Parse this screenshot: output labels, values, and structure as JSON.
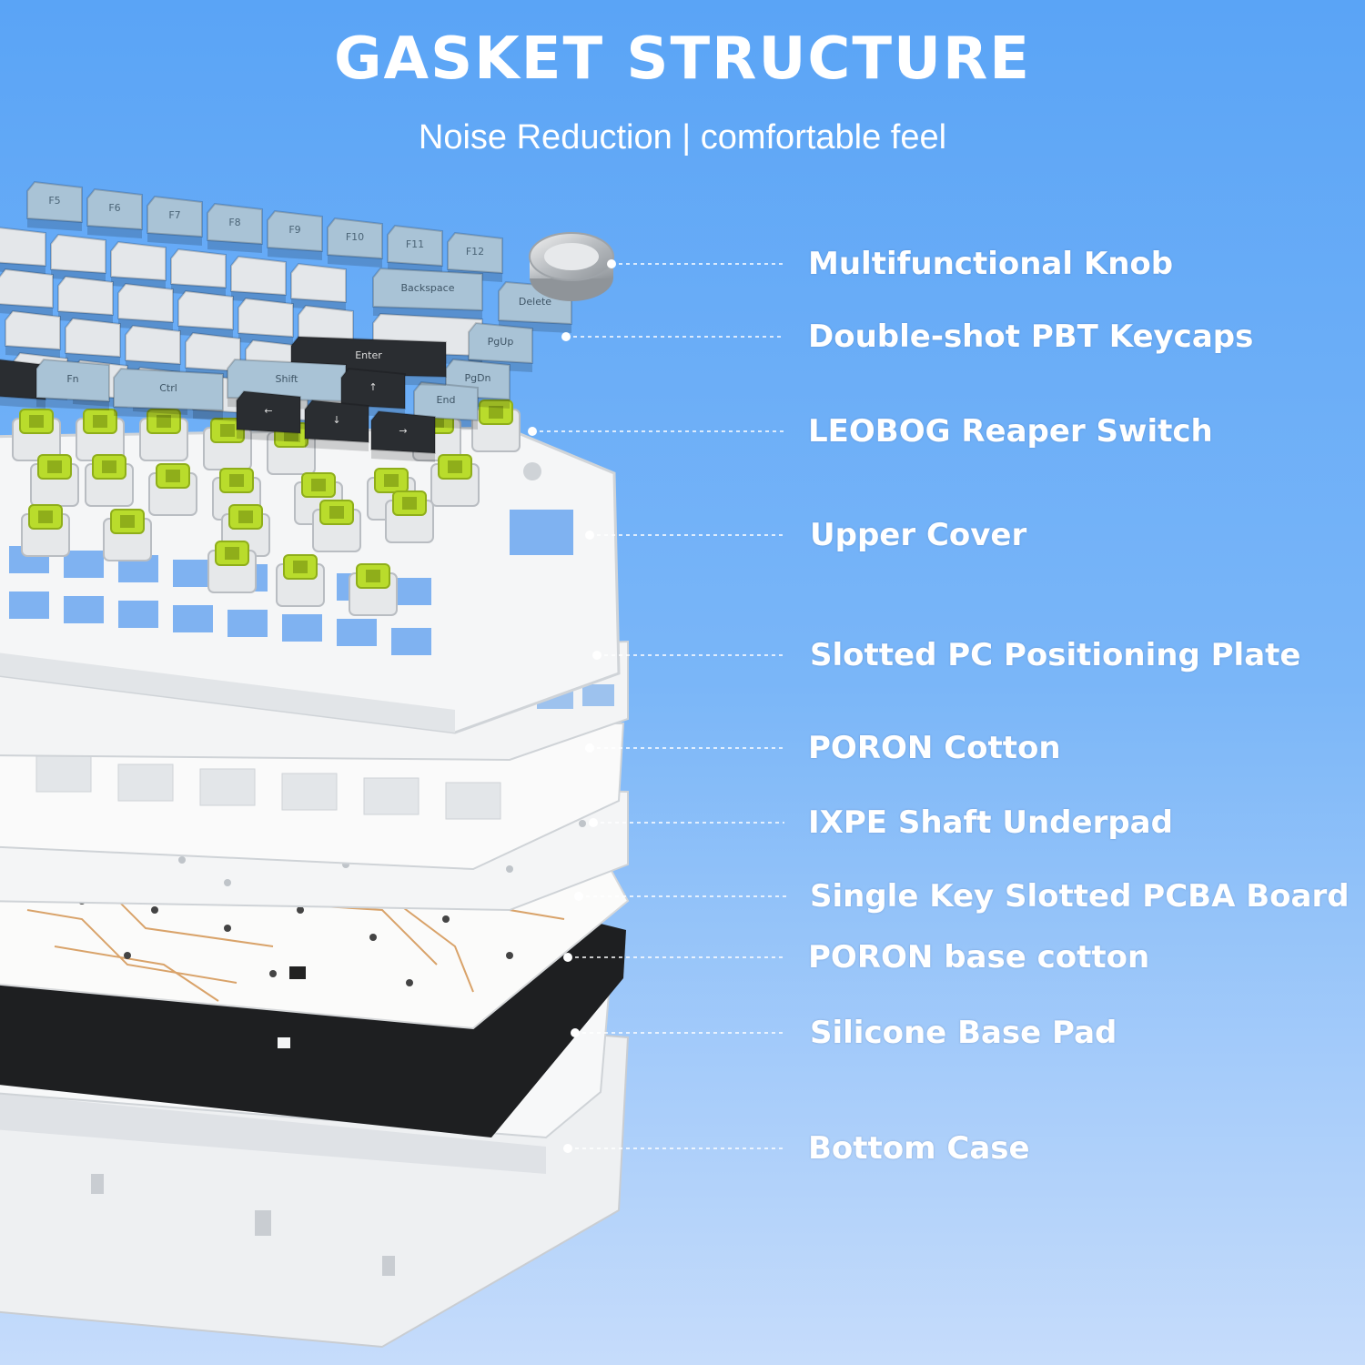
{
  "header": {
    "title": "GASKET STRUCTURE",
    "subtitle": "Noise Reduction | comfortable feel"
  },
  "layers": [
    {
      "label": "Multifunctional Knob"
    },
    {
      "label": "Double-shot PBT Keycaps"
    },
    {
      "label": "LEOBOG Reaper Switch"
    },
    {
      "label": "Upper Cover"
    },
    {
      "label": "Slotted PC Positioning Plate"
    },
    {
      "label": "PORON Cotton"
    },
    {
      "label": "IXPE Shaft Underpad"
    },
    {
      "label": "Single Key Slotted PCBA Board"
    },
    {
      "label": "PORON base cotton"
    },
    {
      "label": "Silicone Base Pad"
    },
    {
      "label": "Bottom Case"
    }
  ],
  "keycaps": {
    "fn_row": [
      "F5",
      "F6",
      "F7",
      "F8",
      "F9",
      "F10",
      "F11",
      "F12"
    ],
    "special": [
      "Backspace",
      "Delete",
      "Enter",
      "PgUp",
      "Shift",
      "PgDn",
      "Fn",
      "Ctrl",
      "End"
    ]
  },
  "colors": {
    "background_top": "#5aa4f6",
    "background_bottom": "#c6dcfb",
    "keycap_light": "#e4e7ea",
    "keycap_blue": "#a9c3d6",
    "keycap_dark": "#2a2d31",
    "switch_stem": "#b9dc2c",
    "case_white": "#f4f5f6",
    "foam_black": "#1e1f21",
    "pcb_trace": "#d9a36a"
  }
}
